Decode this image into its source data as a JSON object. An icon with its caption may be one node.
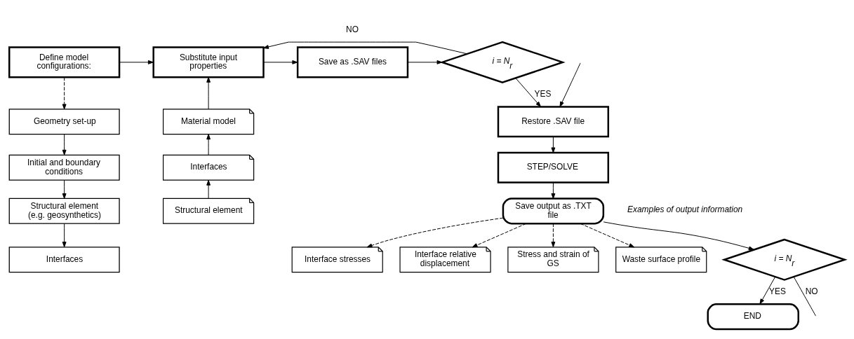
{
  "diagram": {
    "nodes": [
      {
        "text": [
          "Define model configurations:"
        ]
      },
      {
        "text": [
          "Geometry set-up"
        ]
      },
      {
        "text": [
          "Initial and boundary conditions"
        ]
      },
      {
        "text": [
          "Structural element (e.g. geosynthetics)"
        ]
      },
      {
        "text": [
          "Interfaces"
        ]
      },
      {
        "text": [
          "Substitute input properties"
        ]
      },
      {
        "text": [
          "Material model"
        ]
      },
      {
        "text": [
          "Interfaces"
        ]
      },
      {
        "text": [
          "Structural element"
        ]
      },
      {
        "text": [
          "Save as .SAV files"
        ]
      },
      {
        "text": [
          "i = N$_{r}$"
        ]
      },
      {
        "text": [
          "Restore .SAV file"
        ]
      },
      {
        "text": [
          "STEP/SOLVE"
        ]
      },
      {
        "text": [
          "Save output as .TXT file"
        ]
      },
      {
        "text": [
          "Interface stresses"
        ]
      },
      {
        "text": [
          "Interface relative displacement"
        ]
      },
      {
        "text": [
          "Stress and strain of GS"
        ]
      },
      {
        "text": [
          "Waste surface profile"
        ]
      },
      {
        "text": [
          "i = N$_{r}$"
        ]
      },
      {
        "text": [
          "END"
        ]
      }
    ],
    "edges": [
      {
        "from": 0,
        "to": 1,
        "arrow": "to",
        "style": "dashed"
      },
      {
        "from": 1,
        "to": 2,
        "arrow": "to"
      },
      {
        "from": 2,
        "to": 3,
        "arrow": "to"
      },
      {
        "from": 3,
        "to": 4,
        "arrow": "to"
      },
      {
        "from": 0,
        "to": 5,
        "arrow": "to"
      },
      {
        "from": 6,
        "to": 5,
        "arrow": "to"
      },
      {
        "from": 7,
        "to": 6,
        "arrow": "to"
      },
      {
        "from": 8,
        "to": 7,
        "arrow": "to"
      },
      {
        "from": 5,
        "to": 9,
        "arrow": "to"
      },
      {
        "from": 9,
        "to": 10,
        "arrow": "to"
      },
      {
        "from": 10,
        "to": 5,
        "arrow": "to",
        "label": "NO"
      },
      {
        "from": 10,
        "to": 11,
        "arrow": "to",
        "label": "YES"
      },
      {
        "from": null,
        "to": 11,
        "arrow": "to"
      },
      {
        "from": 11,
        "to": 12,
        "arrow": "to"
      },
      {
        "from": 12,
        "to": 13,
        "arrow": "to"
      },
      {
        "from": 13,
        "to": 14,
        "arrow": "to",
        "style": "dashed"
      },
      {
        "from": 13,
        "to": 15,
        "arrow": "to",
        "style": "dashed"
      },
      {
        "from": 13,
        "to": 16,
        "arrow": "to",
        "style": "dashed"
      },
      {
        "from": 13,
        "to": 17,
        "arrow": "to",
        "style": "dashed"
      },
      {
        "from": 13,
        "to": 18,
        "arrow": "to"
      },
      {
        "from": 18,
        "to": null,
        "arrow": "none",
        "label": "NO"
      },
      {
        "from": 18,
        "to": 19,
        "arrow": "to",
        "label": "YES"
      }
    ],
    "labels": [
      "Examples of output information"
    ]
  }
}
